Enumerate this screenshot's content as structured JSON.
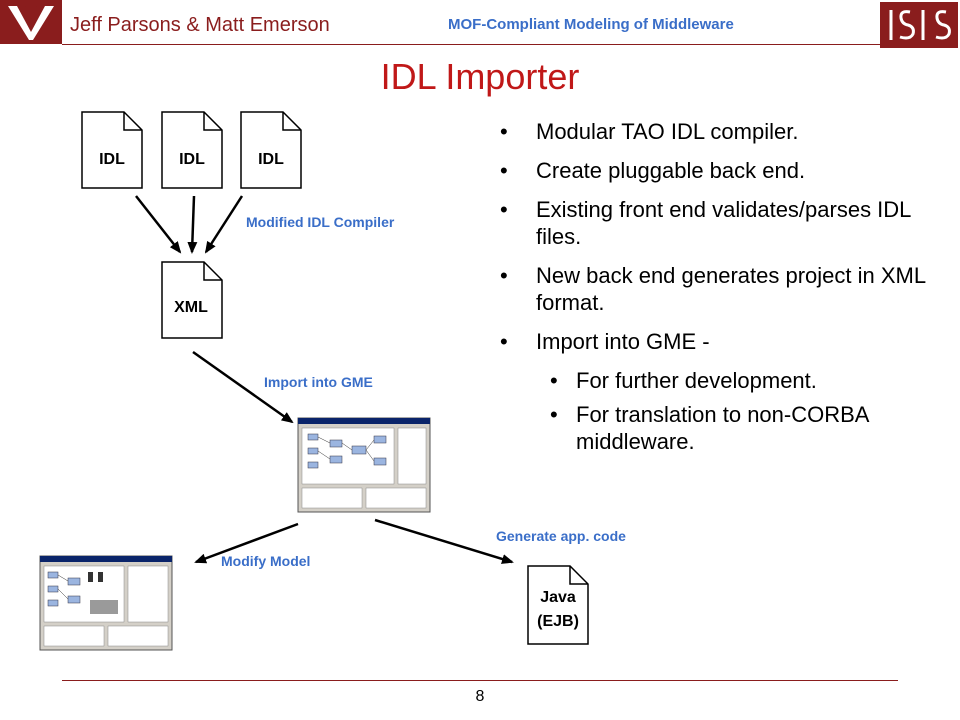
{
  "header": {
    "authors": "Jeff Parsons & Matt Emerson",
    "subtitle": "MOF-Compliant Modeling of Middleware"
  },
  "title": "IDL Importer",
  "bullets": [
    "Modular TAO IDL compiler.",
    "Create pluggable back end.",
    "Existing front end validates/parses IDL files.",
    "New back end generates project in XML format.",
    "Import into GME -"
  ],
  "sub_bullets": [
    "For further development.",
    "For translation to non-CORBA middleware."
  ],
  "diagram": {
    "idl_doc_label": "IDL",
    "xml_doc_label": "XML",
    "java_doc_line1": "Java",
    "java_doc_line2": "(EJB)",
    "compiler_label": "Modified IDL Compiler",
    "import_label": "Import into GME",
    "modify_label": "Modify Model",
    "generate_label": "Generate app. code"
  },
  "page_number": "8",
  "colors": {
    "maroon": "#8a1d1d",
    "title_red": "#c01818",
    "label_blue": "#3a6ec8"
  }
}
